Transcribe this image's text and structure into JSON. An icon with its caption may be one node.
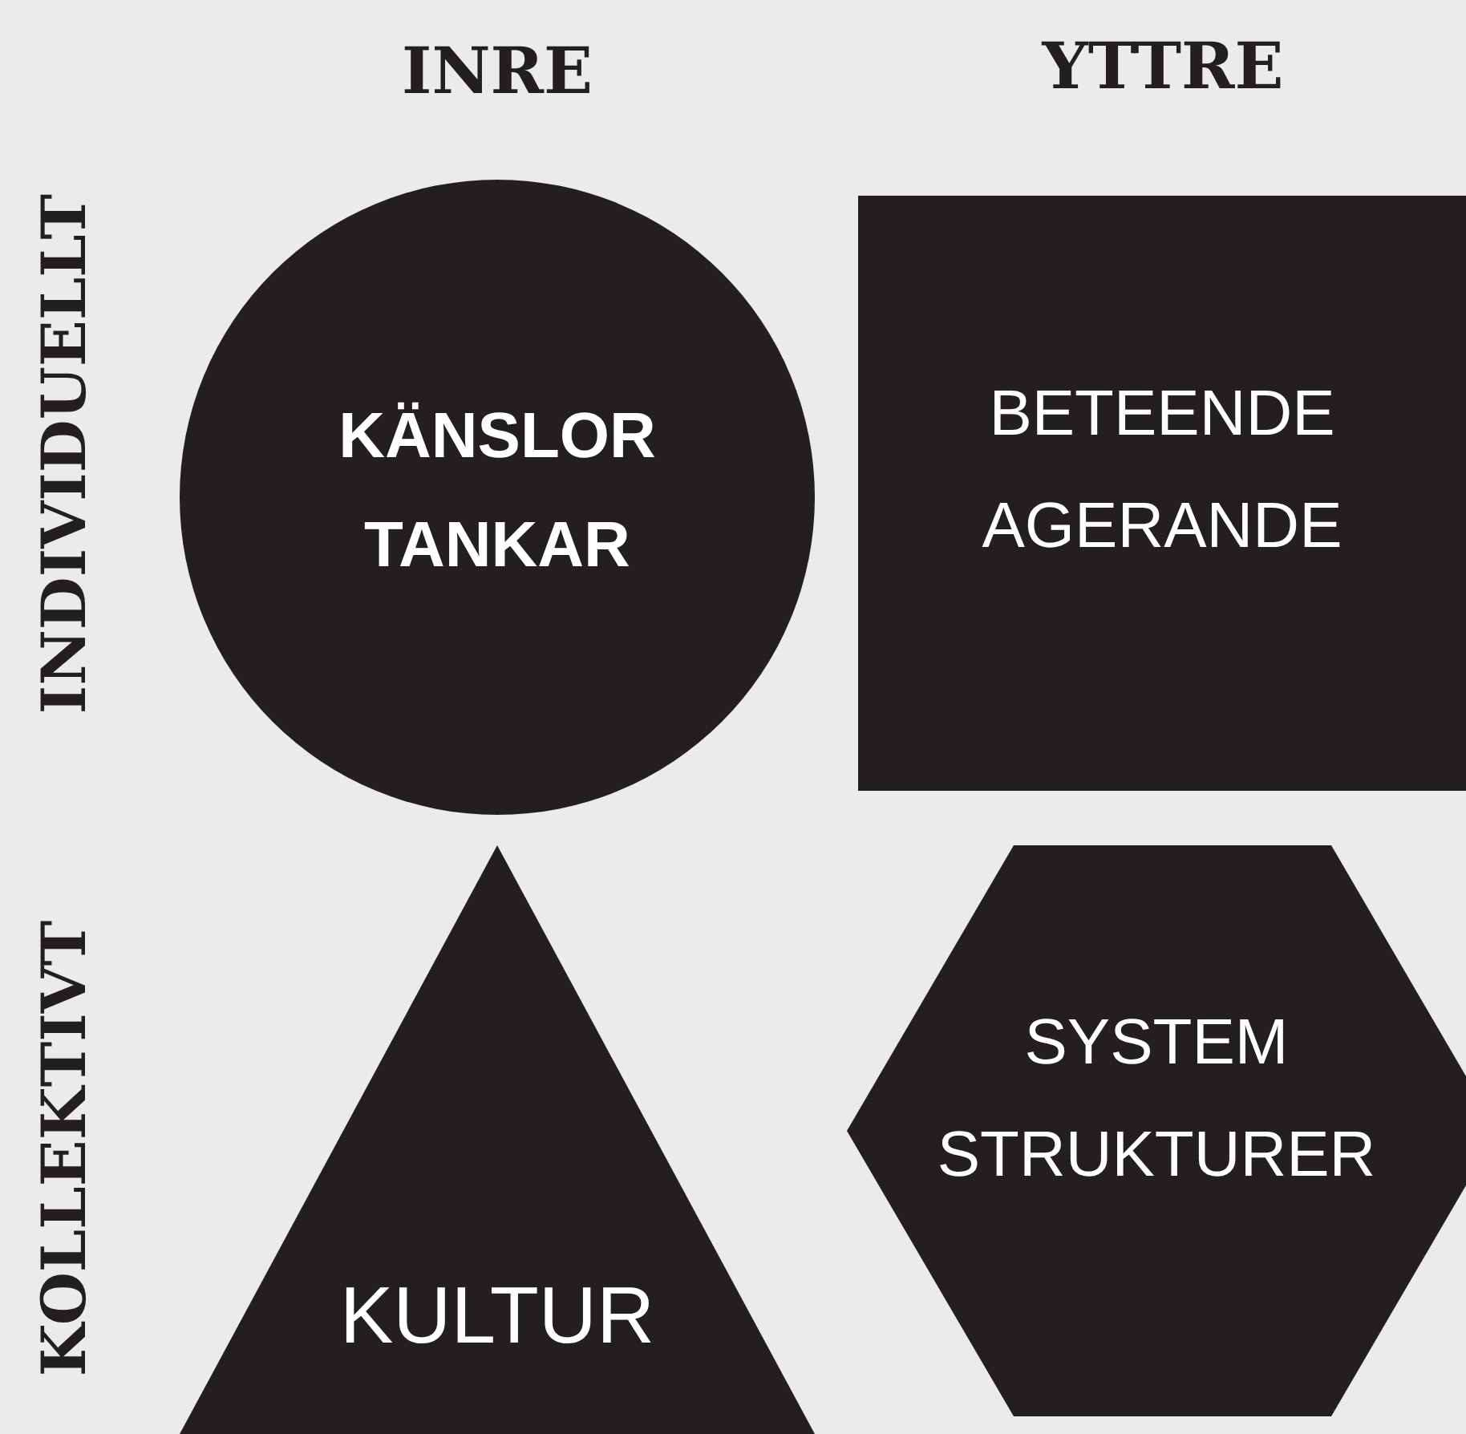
{
  "diagram": {
    "nodes": [
      {
        "text": [
          "KÄNSLOR",
          "TANKAR"
        ]
      },
      {
        "text": [
          "BETEENDE",
          "AGERANDE"
        ]
      },
      {
        "text": [
          "KULTUR"
        ]
      },
      {
        "text": [
          "SYSTEM",
          "STRUKTURER"
        ]
      }
    ],
    "labels": [
      "INRE",
      "YTTRE",
      "INDIVIDUELLT",
      "KOLLEKTIVT"
    ]
  }
}
